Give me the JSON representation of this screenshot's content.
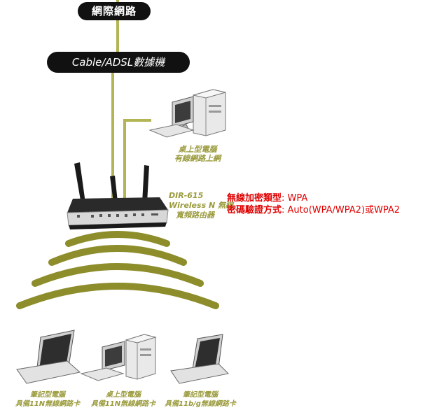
{
  "nodes": {
    "internet": {
      "label": "網際網路"
    },
    "modem": {
      "label": "Cable/ADSL數據機"
    },
    "desktop_wired": {
      "line1": "桌上型電腦",
      "line2": "有線網路上網"
    },
    "router": {
      "model": "DIR-615",
      "line2": "Wireless N 無線",
      "line3": "寬頻路由器"
    },
    "laptop_11n": {
      "line1": "筆記型電腦",
      "line2": "具備11N無線網路卡"
    },
    "desktop_11n": {
      "line1": "桌上型電腦",
      "line2": "具備11N無線網路卡"
    },
    "laptop_11bg": {
      "line1": "筆記型電腦",
      "line2": "具備11b/g無線網路卡"
    }
  },
  "security": {
    "encryption_label": "無線加密類型",
    "encryption_value": ": WPA",
    "auth_label": "密碼驗證方式",
    "auth_value": ": Auto(WPA/WPA2)或WPA2"
  },
  "colors": {
    "cable": "#b3b454",
    "wave": "#8d8d2c",
    "caption": "#9a9a3c",
    "note": "#e00000",
    "pill": "#111111"
  }
}
